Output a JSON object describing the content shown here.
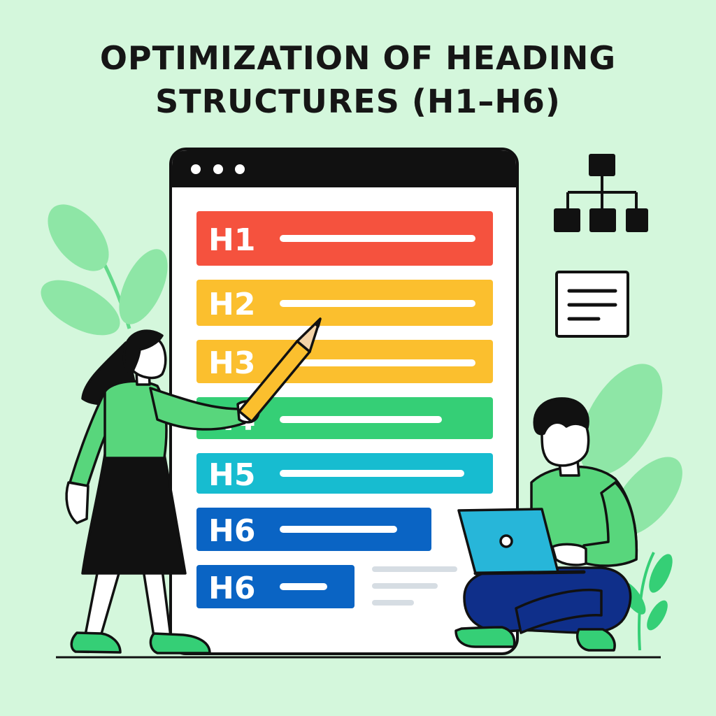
{
  "title": {
    "line1": "OPTIMIZATION OF HEADING",
    "line2": "STRUCTURES (H1–H6)"
  },
  "heading_bars": [
    {
      "label": "H1",
      "color": "#f5523e"
    },
    {
      "label": "H2",
      "color": "#fbbf2e"
    },
    {
      "label": "H3",
      "color": "#fbbf2e"
    },
    {
      "label": "H4",
      "color": "#35cf76"
    },
    {
      "label": "H5",
      "color": "#17bcd0"
    },
    {
      "label": "H6",
      "color": "#0a64c4"
    },
    {
      "label": "H6",
      "color": "#0a64c4"
    }
  ],
  "icons": [
    "hierarchy-icon",
    "document-lines-icon",
    "pencil-icon",
    "laptop-icon",
    "leaf-plant-icon"
  ],
  "colors": {
    "background": "#d4f7dc",
    "shirt_green": "#58d67c",
    "outline": "#111111",
    "pants_blue": "#0f2f8a",
    "laptop": "#27b6d9"
  }
}
